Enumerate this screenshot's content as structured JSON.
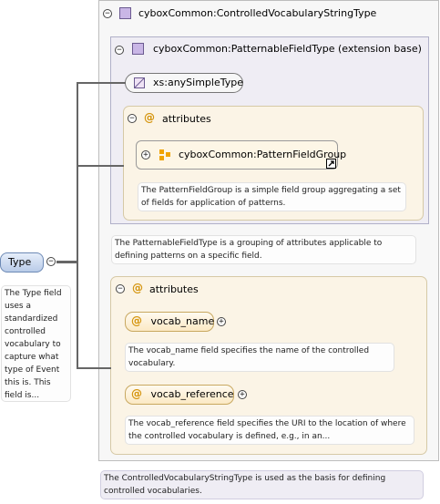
{
  "element": {
    "name": "Type",
    "doc": "The Type field uses a standardized controlled vocabulary to capture what type of Event this is. This field is..."
  },
  "outer_type": {
    "name": "cyboxCommon:ControlledVocabularyStringType",
    "doc": "The ControlledVocabularyStringType is used as the basis for defining controlled vocabularies."
  },
  "extension": {
    "name": "cyboxCommon:PatternableFieldType (extension base)",
    "doc": "The PatternableFieldType is a grouping of attributes applicable to defining patterns on a specific field."
  },
  "simple_type": {
    "name": "xs:anySimpleType"
  },
  "inner_attributes": {
    "label": "attributes",
    "group": {
      "name": "cyboxCommon:PatternFieldGroup",
      "doc": "The PatternFieldGroup is a simple field group aggregating a set of fields for application of patterns."
    }
  },
  "outer_attributes": {
    "label": "attributes",
    "items": [
      {
        "name": "vocab_name",
        "doc": "The vocab_name field specifies the name of the controlled vocabulary."
      },
      {
        "name": "vocab_reference",
        "doc": "The vocab_reference field specifies the URI to the location of where the controlled vocabulary is defined, e.g., in an..."
      }
    ]
  },
  "symbols": {
    "at": "@",
    "minus": "−",
    "plus": "+"
  },
  "colors": {
    "element_fill": "#c7d8ef",
    "attribute_fill": "#fbe9c4",
    "complex_type": "#c9b6e6"
  }
}
